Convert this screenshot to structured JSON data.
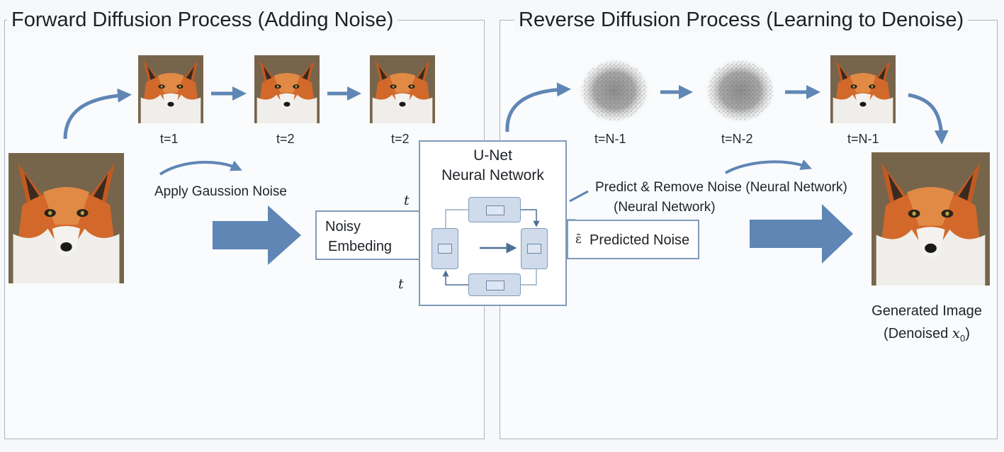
{
  "forward": {
    "title": "Forward Diffusion Process (Adding Noise)",
    "steps": [
      "t=1",
      "t=2",
      "t=2"
    ],
    "apply_label": "Apply Gaussion Noise"
  },
  "reverse": {
    "title": "Reverse Diffusion Process (Learning to Denoise)",
    "steps": [
      "t=N-1",
      "t=N-2",
      "t=N-1"
    ],
    "predict_line1": "Predict & Remove Noise (Neural Network)",
    "predict_line2": "(Neural Network)",
    "output_line1": "Generated Image",
    "output_line2_prefix": "(Denoised ",
    "output_var": "x",
    "output_sub": "0",
    "output_suffix": ")"
  },
  "embedding": {
    "line1": "Noisy",
    "line2": "Embeding",
    "t_top": "t",
    "t_bottom": "t"
  },
  "unet": {
    "line1": "U-Net",
    "line2": "Neural Network"
  },
  "predicted": {
    "symbol": "ε̄",
    "label": "Predicted Noise"
  },
  "colors": {
    "arrow": "#5f86b5",
    "box_border": "#7f9bbb",
    "module_fill": "#cfdbeb",
    "fur_orange": "#d2692a",
    "fur_white": "#f1f1ef"
  }
}
